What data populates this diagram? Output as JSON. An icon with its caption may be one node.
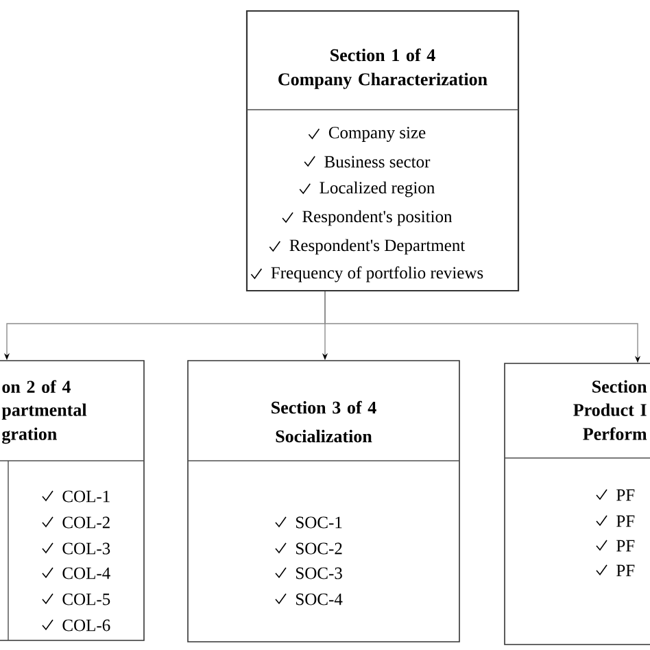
{
  "diagram": {
    "nodes": [
      {
        "text": [
          "Section 1 of 4",
          "Company Characterization",
          "Company size",
          "Business sector",
          "Localized region",
          "Respondent's position",
          "Respondent's Department",
          "Frequency of portfolio reviews"
        ]
      },
      {
        "text": [
          "on 2 of 4",
          "partmental gration",
          "COL-1",
          "COL-2",
          "COL-3",
          "COL-4",
          "COL-5",
          "COL-6"
        ]
      },
      {
        "text": [
          "Section 3 of 4",
          "Socialization",
          "SOC-1",
          "SOC-2",
          "SOC-3",
          "SOC-4"
        ]
      },
      {
        "text": [
          "Section",
          "Product I Perform",
          "PF",
          "PF",
          "PF",
          "PF"
        ]
      }
    ],
    "edges": [
      {
        "from": 0,
        "to": 1,
        "arrow": "to"
      },
      {
        "from": 0,
        "to": 2,
        "arrow": "to"
      },
      {
        "from": 0,
        "to": 3,
        "arrow": "to"
      }
    ]
  }
}
